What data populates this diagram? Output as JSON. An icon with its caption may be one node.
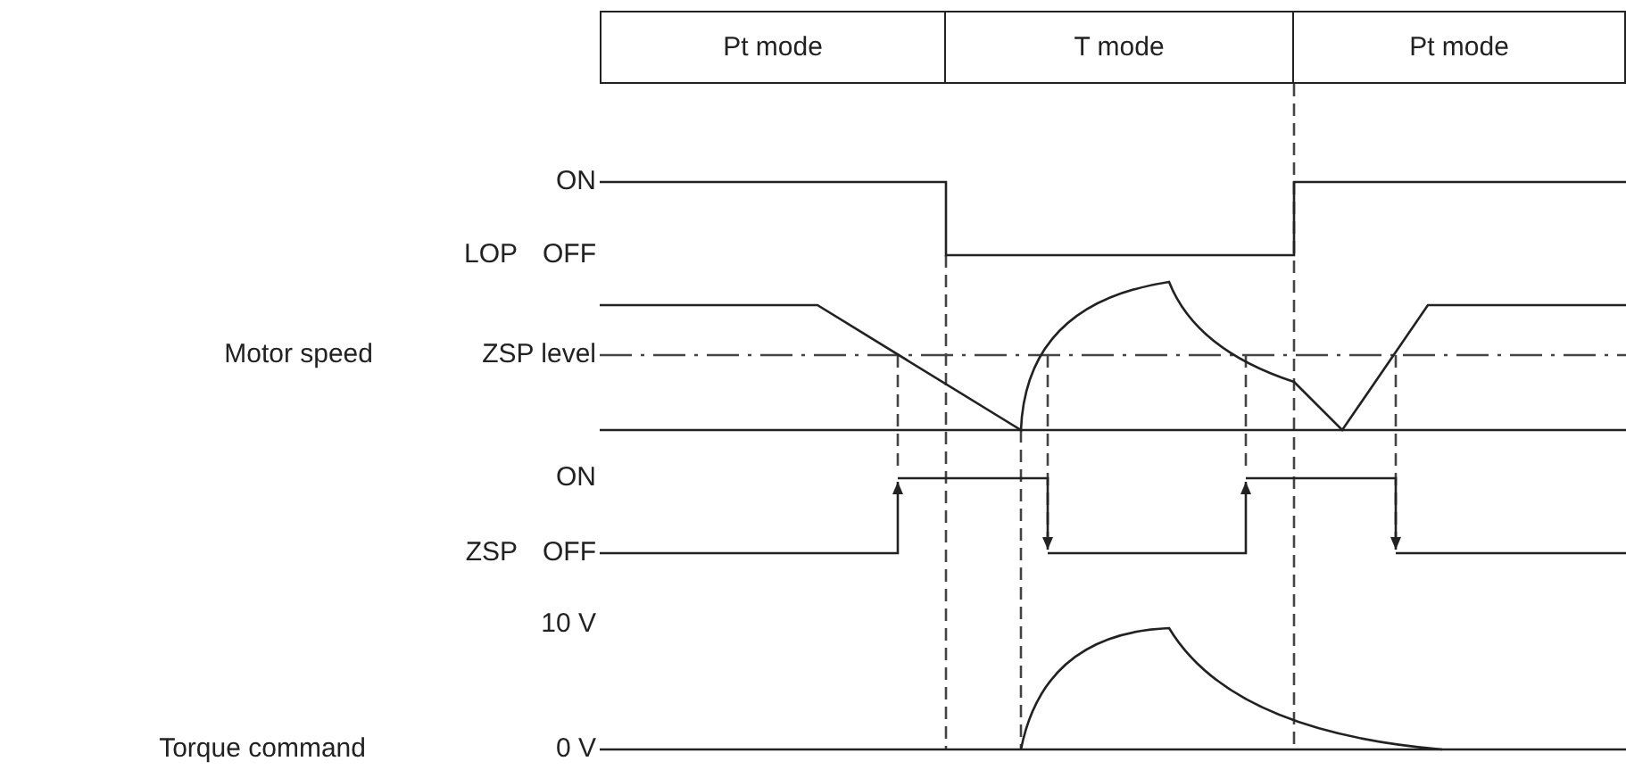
{
  "diagram": {
    "nodes": [
      {
        "text": [
          "Pt mode"
        ]
      },
      {
        "text": [
          "T mode"
        ]
      },
      {
        "text": [
          "Pt mode"
        ]
      }
    ],
    "labels": [
      "ON",
      "LOP",
      "OFF",
      "Motor speed",
      "ZSP level",
      "ON",
      "ZSP",
      "OFF",
      "10 V",
      "Torque command",
      "0 V"
    ]
  }
}
